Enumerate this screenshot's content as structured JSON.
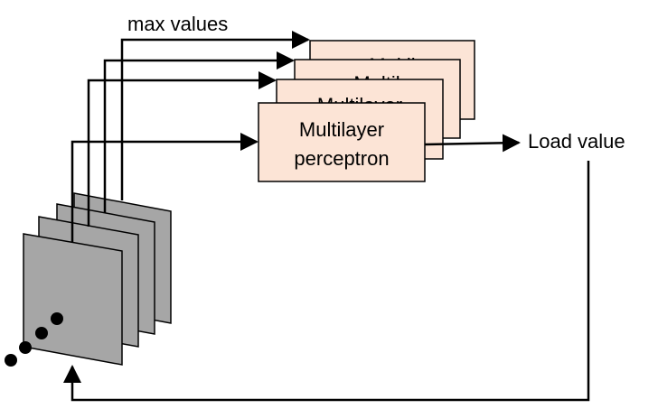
{
  "diagram": {
    "label_max_values": "max values",
    "label_load_value": "Load value",
    "perceptron_box": {
      "line1": "Multilayer",
      "line2": "perceptron",
      "back_partial_1": "Multilayer",
      "back_partial_2": "Multil",
      "back_partial_3": "Multil"
    },
    "colors": {
      "box_fill": "#fce4d6",
      "sheet_fill": "#a6a6a6",
      "stroke": "#000000"
    }
  }
}
